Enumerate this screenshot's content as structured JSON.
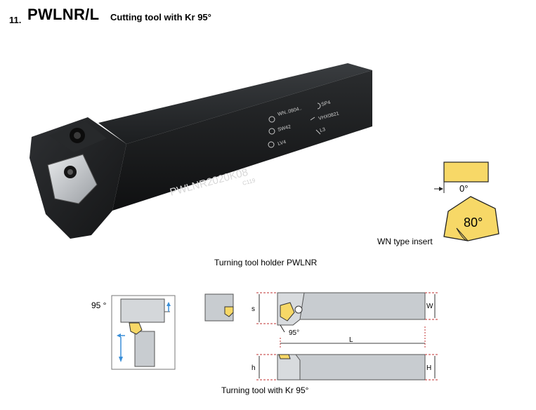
{
  "header": {
    "number": "11.",
    "code": "PWLNR/L",
    "subtitle": "Cutting tool with Kr 95°"
  },
  "photo": {
    "engraving": {
      "model": "PWLNR2020K08",
      "sub_code": "C119",
      "parts": [
        "WN..0804..",
        "SW42",
        "LV4",
        "SP4",
        "VHX0821",
        "L3"
      ]
    },
    "caption": "Turning tool holder PWLNR"
  },
  "insert": {
    "clearance_label": "0°",
    "angle_label": "80°",
    "caption": "WN type insert",
    "colors": {
      "insert_fill": "#f7d867",
      "stroke": "#222222"
    }
  },
  "drawings": {
    "kr_angle_label": "95 °",
    "small_angle_label": "95°",
    "dims": {
      "s": "s",
      "w": "W",
      "l": "L",
      "h": "h",
      "H": "H"
    },
    "caption": "Turning tool with Kr 95°",
    "colors": {
      "body_gray": "#c8ccd0",
      "arrow_blue": "#3a8fd8",
      "dim_red": "#c23030"
    }
  }
}
